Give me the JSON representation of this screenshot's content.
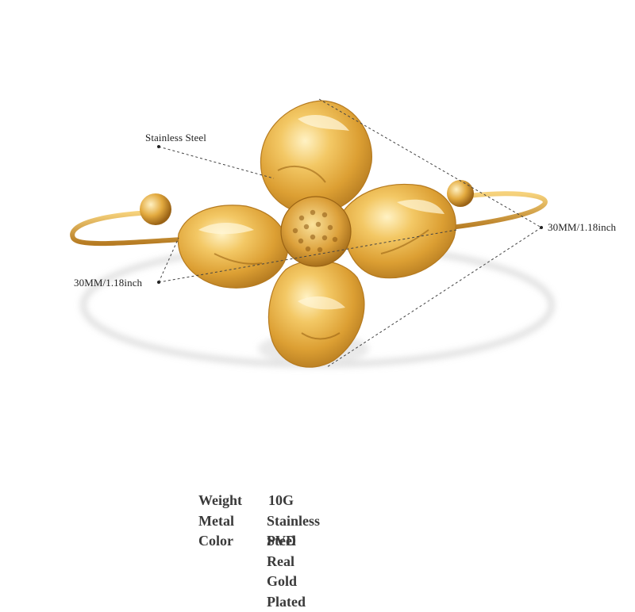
{
  "product": {
    "callouts": {
      "material": "Stainless Steel",
      "dimension_right": "30MM/1.18inch",
      "dimension_left": "30MM/1.18inch"
    },
    "specs": [
      {
        "key": "Weight",
        "value": "10G"
      },
      {
        "key": "Metal",
        "value": "Stainless Steel"
      },
      {
        "key": "Color",
        "value": "PVD Real Gold Plated"
      }
    ]
  },
  "colors": {
    "background": "#ffffff",
    "gold_light": "#f7dc8a",
    "gold_mid": "#e1a93a",
    "gold_dark": "#a9701b",
    "text": "#3a3a3a"
  }
}
